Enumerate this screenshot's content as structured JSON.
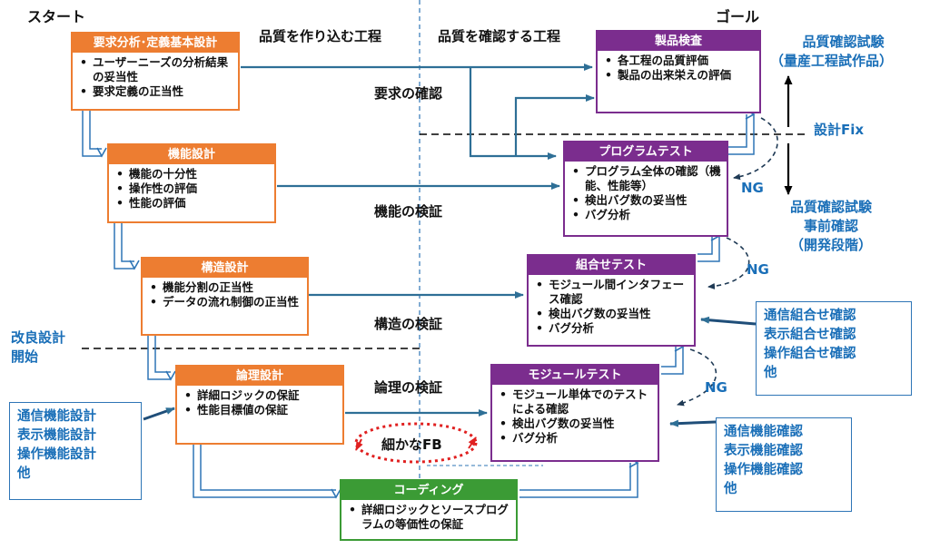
{
  "labels": {
    "start": "スタート",
    "goal": "ゴール",
    "build_quality": "品質を作り込む工程",
    "confirm_quality": "品質を確認する工程",
    "req_check": "要求の確認",
    "func_verify": "機能の検証",
    "struct_verify": "構造の検証",
    "logic_verify": "論理の検証",
    "fine_fb": "細かなFB",
    "qa_test_1": "品質確認試験",
    "qa_test_2": "（量産工程試作品）",
    "design_fix": "設計Fix",
    "qa_pre_1": "品質確認試験",
    "qa_pre_2": "事前確認",
    "qa_pre_3": "（開発段階）",
    "ng": "NG",
    "improve_1": "改良設計",
    "improve_2": "開始"
  },
  "boxes": {
    "req": {
      "title": "要求分析･定義基本設計",
      "items": [
        "ユーザーニーズの分析結果の妥当性",
        "要求定義の正当性"
      ]
    },
    "func": {
      "title": "機能設計",
      "items": [
        "機能の十分性",
        "操作性の評価",
        "性能の評価"
      ]
    },
    "struct": {
      "title": "構造設計",
      "items": [
        "機能分割の正当性",
        "データの流れ制御の正当性"
      ]
    },
    "logic": {
      "title": "論理設計",
      "items": [
        "詳細ロジックの保証",
        "性能目標値の保証"
      ]
    },
    "coding": {
      "title": "コーディング",
      "items": [
        "詳細ロジックとソースプログラムの等価性の保証"
      ]
    },
    "product": {
      "title": "製品検査",
      "items": [
        "各工程の品質評価",
        "製品の出来栄えの評価"
      ]
    },
    "program": {
      "title": "プログラムテスト",
      "items": [
        "プログラム全体の確認（機能、性能等）",
        "検出バグ数の妥当性",
        "バグ分析"
      ]
    },
    "integration": {
      "title": "組合せテスト",
      "items": [
        "モジュール間インタフェース確認",
        "検出バグ数の妥当性",
        "バグ分析"
      ]
    },
    "module": {
      "title": "モジュールテスト",
      "items": [
        "モジュール単体でのテストによる確認",
        "検出バグ数の妥当性",
        "バグ分析"
      ]
    }
  },
  "callouts": {
    "left": [
      "通信機能設計",
      "表示機能設計",
      "操作機能設計",
      "他"
    ],
    "right_top": [
      "通信組合せ確認",
      "表示組合せ確認",
      "操作組合せ確認",
      "他"
    ],
    "right_bottom": [
      "通信機能確認",
      "表示機能確認",
      "操作機能確認",
      "他"
    ]
  },
  "colors": {
    "design_box": "#ed7d31",
    "test_box": "#7b2d8e",
    "coding_box": "#3b9b35",
    "accent_blue": "#1a6fb8",
    "feedback_red": "#e02020"
  }
}
